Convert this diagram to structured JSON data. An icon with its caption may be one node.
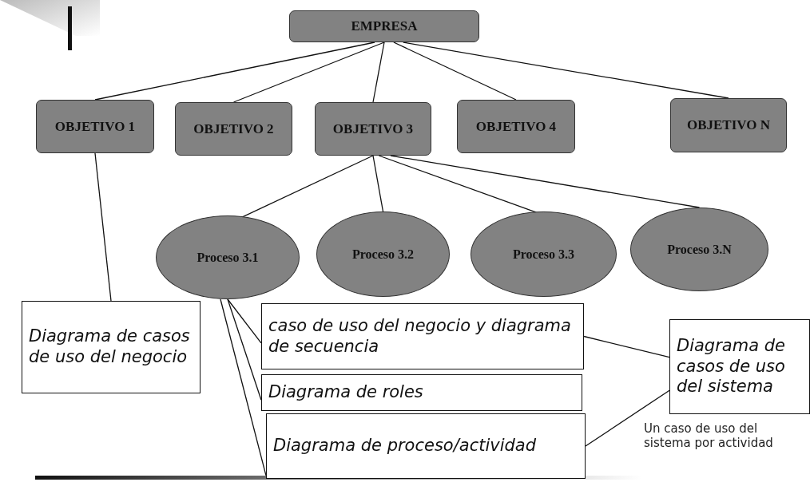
{
  "diagram": {
    "nodes": [
      {
        "text": [
          "EMPRESA"
        ]
      },
      {
        "text": [
          "OBJETIVO 1"
        ]
      },
      {
        "text": [
          "OBJETIVO 2"
        ]
      },
      {
        "text": [
          "OBJETIVO 3"
        ]
      },
      {
        "text": [
          "OBJETIVO 4"
        ]
      },
      {
        "text": [
          "OBJETIVO N"
        ]
      },
      {
        "text": [
          "Proceso 3.1"
        ]
      },
      {
        "text": [
          "Proceso 3.2"
        ]
      },
      {
        "text": [
          "Proceso 3.3"
        ]
      },
      {
        "text": [
          "Proceso 3.N"
        ]
      },
      {
        "text": [
          "Diagrama de casos de uso del negocio"
        ]
      },
      {
        "text": [
          "caso de uso del negocio y diagrama de secuencia"
        ]
      },
      {
        "text": [
          "Diagrama de roles"
        ]
      },
      {
        "text": [
          "Diagrama de proceso/actividad"
        ]
      },
      {
        "text": [
          "Diagrama de casos de uso del sistema"
        ]
      }
    ],
    "edges": [
      {
        "from": 0,
        "to": 1,
        "arrow": "none"
      },
      {
        "from": 0,
        "to": 2,
        "arrow": "none"
      },
      {
        "from": 0,
        "to": 3,
        "arrow": "none"
      },
      {
        "from": 0,
        "to": 4,
        "arrow": "none"
      },
      {
        "from": 0,
        "to": 5,
        "arrow": "none"
      },
      {
        "from": 3,
        "to": 6,
        "arrow": "none"
      },
      {
        "from": 3,
        "to": 7,
        "arrow": "none"
      },
      {
        "from": 3,
        "to": 8,
        "arrow": "none"
      },
      {
        "from": 3,
        "to": 9,
        "arrow": "none"
      },
      {
        "from": 1,
        "to": 10,
        "arrow": "none"
      },
      {
        "from": 6,
        "to": 11,
        "arrow": "none"
      },
      {
        "from": 6,
        "to": 12,
        "arrow": "none"
      },
      {
        "from": 6,
        "to": 13,
        "arrow": "none"
      },
      {
        "from": 11,
        "to": 14,
        "arrow": "none"
      },
      {
        "from": 13,
        "to": 14,
        "arrow": "none"
      }
    ],
    "labels": [
      "Un caso de uso del sistema por actividad"
    ]
  }
}
